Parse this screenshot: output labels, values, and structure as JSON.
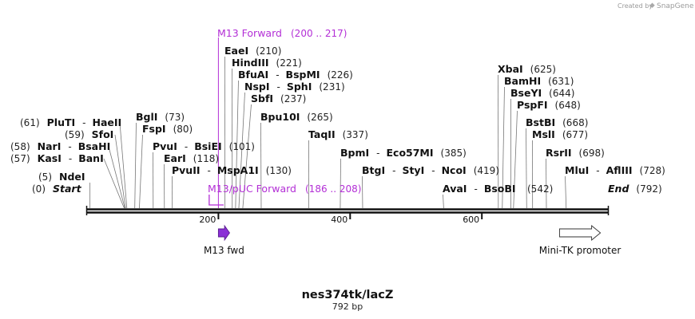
{
  "credit": {
    "text": "Created by",
    "brand": "SnapGene"
  },
  "map": {
    "title": "nes374tk/lacZ",
    "length_label": "792 bp",
    "length": 792
  },
  "ruler": {
    "ticks": [
      {
        "pos": 200,
        "label": "200"
      },
      {
        "pos": 400,
        "label": "400"
      },
      {
        "pos": 600,
        "label": "600"
      }
    ]
  },
  "primers": [
    {
      "id": "m13-forward",
      "name": "M13 Forward",
      "loc": "(200 .. 217)",
      "start": 200,
      "end": 217
    },
    {
      "id": "m13-puc-forward",
      "name": "M13/pUC Forward",
      "loc": "(186 .. 208)",
      "start": 186,
      "end": 208
    }
  ],
  "features": [
    {
      "id": "m13-fwd",
      "name": "M13 fwd",
      "start": 200,
      "end": 217,
      "strand": "+",
      "color": "#8b2fd6"
    },
    {
      "id": "mini-tk-promoter",
      "name": "Mini-TK promoter",
      "start": 718,
      "end": 780,
      "strand": "+",
      "color": "#ffffff"
    }
  ],
  "labels": [
    {
      "id": "start",
      "loc": "(0)",
      "names": [
        "Start"
      ],
      "pos": 0,
      "italic": true
    },
    {
      "id": "ndei",
      "loc": "(5)",
      "names": [
        "NdeI"
      ],
      "pos": 5
    },
    {
      "id": "kasi",
      "loc": "(57)",
      "names": [
        "KasI",
        "BanI"
      ],
      "pos": 57
    },
    {
      "id": "nari",
      "loc": "(58)",
      "names": [
        "NarI",
        "BsaHI"
      ],
      "pos": 58
    },
    {
      "id": "sfoi",
      "loc": "(59)",
      "names": [
        "SfoI"
      ],
      "pos": 59
    },
    {
      "id": "pluti",
      "loc": "(61)",
      "names": [
        "PluTI",
        "HaeII"
      ],
      "pos": 61
    },
    {
      "id": "bgli",
      "names": [
        "BglI"
      ],
      "loc": "(73)",
      "pos": 73
    },
    {
      "id": "fspi",
      "names": [
        "FspI"
      ],
      "loc": "(80)",
      "pos": 80
    },
    {
      "id": "pvui",
      "names": [
        "PvuI",
        "BsiEI"
      ],
      "loc": "(101)",
      "pos": 101
    },
    {
      "id": "eari",
      "names": [
        "EarI"
      ],
      "loc": "(118)",
      "pos": 118
    },
    {
      "id": "pvuii",
      "names": [
        "PvuII",
        "MspA1I"
      ],
      "loc": "(130)",
      "pos": 130
    },
    {
      "id": "eaei",
      "names": [
        "EaeI"
      ],
      "loc": "(210)",
      "pos": 210
    },
    {
      "id": "hindiii",
      "names": [
        "HindIII"
      ],
      "loc": "(221)",
      "pos": 221
    },
    {
      "id": "bfuai",
      "names": [
        "BfuAI",
        "BspMI"
      ],
      "loc": "(226)",
      "pos": 226
    },
    {
      "id": "nspi",
      "names": [
        "NspI",
        "SphI"
      ],
      "loc": "(231)",
      "pos": 231
    },
    {
      "id": "sbfi",
      "names": [
        "SbfI"
      ],
      "loc": "(237)",
      "pos": 237
    },
    {
      "id": "bpu10i",
      "names": [
        "Bpu10I"
      ],
      "loc": "(265)",
      "pos": 265
    },
    {
      "id": "taqii",
      "names": [
        "TaqII"
      ],
      "loc": "(337)",
      "pos": 337
    },
    {
      "id": "bpmi",
      "names": [
        "BpmI",
        "Eco57MI"
      ],
      "loc": "(385)",
      "pos": 385
    },
    {
      "id": "btgi",
      "names": [
        "BtgI",
        "StyI",
        "NcoI"
      ],
      "loc": "(419)",
      "pos": 419
    },
    {
      "id": "avai",
      "names": [
        "AvaI",
        "BsoBI"
      ],
      "loc": "(542)",
      "pos": 542
    },
    {
      "id": "xbai",
      "names": [
        "XbaI"
      ],
      "loc": "(625)",
      "pos": 625
    },
    {
      "id": "bamhi",
      "names": [
        "BamHI"
      ],
      "loc": "(631)",
      "pos": 631
    },
    {
      "id": "bseyi",
      "names": [
        "BseYI"
      ],
      "loc": "(644)",
      "pos": 644
    },
    {
      "id": "pspfi",
      "names": [
        "PspFI"
      ],
      "loc": "(648)",
      "pos": 648
    },
    {
      "id": "bstbi",
      "names": [
        "BstBI"
      ],
      "loc": "(668)",
      "pos": 668
    },
    {
      "id": "msli",
      "names": [
        "MslI"
      ],
      "loc": "(677)",
      "pos": 677
    },
    {
      "id": "rsrii",
      "names": [
        "RsrII"
      ],
      "loc": "(698)",
      "pos": 698
    },
    {
      "id": "mlui",
      "names": [
        "MluI",
        "AflIII"
      ],
      "loc": "(728)",
      "pos": 728
    },
    {
      "id": "end",
      "names": [
        "End"
      ],
      "loc": "(792)",
      "pos": 792,
      "italic": true
    }
  ]
}
